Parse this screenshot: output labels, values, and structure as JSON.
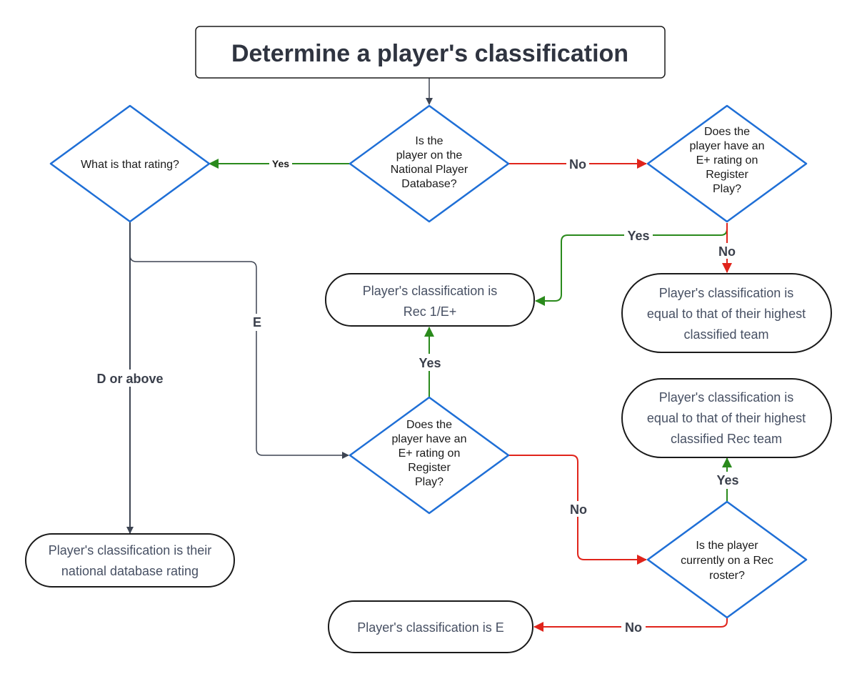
{
  "title": "Determine a player's classification",
  "colors": {
    "diamond_border": "#1f6fd6",
    "box_border": "#1a1a1a",
    "yes_edge": "#2a8a1c",
    "no_edge": "#e0241b",
    "neutral_edge": "#3d4452"
  },
  "decisions": {
    "on_database": [
      "Is the",
      "player on the",
      "National Player",
      "Database?"
    ],
    "what_rating": [
      "What is that rating?"
    ],
    "eplus_top": [
      "Does the",
      "player have an",
      "E+ rating on",
      "Register",
      "Play?"
    ],
    "eplus_mid": [
      "Does the",
      "player have an",
      "E+ rating on",
      "Register",
      "Play?"
    ],
    "rec_roster": [
      "Is the player",
      "currently on a Rec",
      "roster?"
    ]
  },
  "outcomes": {
    "rec1_eplus": [
      "Player's classification is",
      "Rec 1/E+"
    ],
    "highest_team": [
      "Player's classification is",
      "equal to that of their highest",
      "classified team"
    ],
    "highest_rec_team": [
      "Player's classification is",
      "equal to that of their highest",
      "classified Rec team"
    ],
    "national_rating": [
      "Player's classification is their",
      "national database rating"
    ],
    "class_e": [
      "Player's classification is E"
    ]
  },
  "edge_labels": {
    "db_yes": "Yes",
    "db_no": "No",
    "top_yes": "Yes",
    "top_no": "No",
    "d_or_above": "D or above",
    "rating_e": "E",
    "mid_yes": "Yes",
    "mid_no": "No",
    "roster_yes": "Yes",
    "roster_no": "No"
  }
}
